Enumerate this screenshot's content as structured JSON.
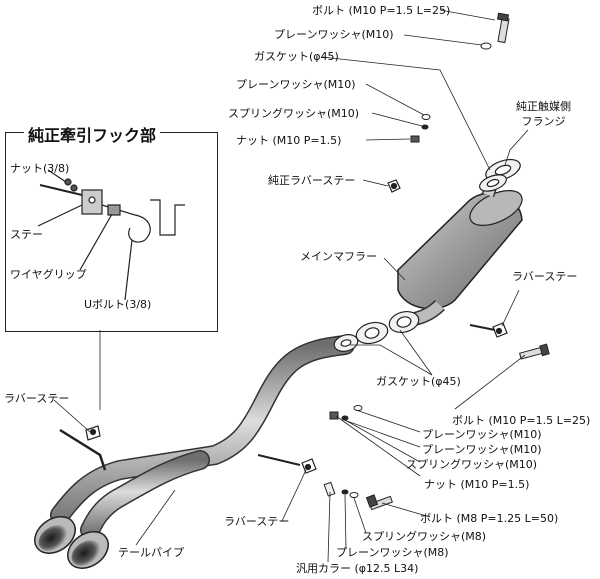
{
  "inset": {
    "title": "純正牽引フック部",
    "labels": {
      "nut": "ナット(3/8)",
      "stay": "ステー",
      "wire_grip": "ワイヤグリップ",
      "u_bolt": "Uボルト(3/8)"
    }
  },
  "labels": {
    "bolt_top": "ボルト (M10 P=1.5 L=25)",
    "washer_top": "プレーンワッシャ(M10)",
    "gasket_top": "ガスケット(φ45)",
    "washer_mid": "プレーンワッシャ(M10)",
    "spring_washer_mid": "スプリングワッシャ(M10)",
    "nut_mid": "ナット (M10 P=1.5)",
    "genuine_flange": "純正触媒側\nフランジ",
    "genuine_rubber_stay": "純正ラバーステー",
    "main_muffler": "メインマフラー",
    "rubber_stay_right": "ラバーステー",
    "gasket_bottom": "ガスケット(φ45)",
    "bolt_bottom": "ボルト (M10 P=1.5 L=25)",
    "washer_bottom_1": "プレーンワッシャ(M10)",
    "washer_bottom_2": "プレーンワッシャ(M10)",
    "spring_washer_bottom": "スプリングワッシャ(M10)",
    "nut_bottom": "ナット (M10 P=1.5)",
    "rubber_stay_left": "ラバーステー",
    "rubber_stay_bottom": "ラバーステー",
    "tail_pipe": "テールパイプ",
    "bolt_m8": "ボルト (M8 P=1.25 L=50)",
    "spring_washer_m8": "スプリングワッシャ(M8)",
    "washer_m8": "プレーンワッシャ(M8)",
    "collar": "汎用カラー (φ12.5 L34)"
  },
  "colors": {
    "line": "#222222",
    "pipe_dark": "#6e6e6e",
    "pipe_mid": "#a8a8a8",
    "pipe_light": "#dcdcdc"
  }
}
